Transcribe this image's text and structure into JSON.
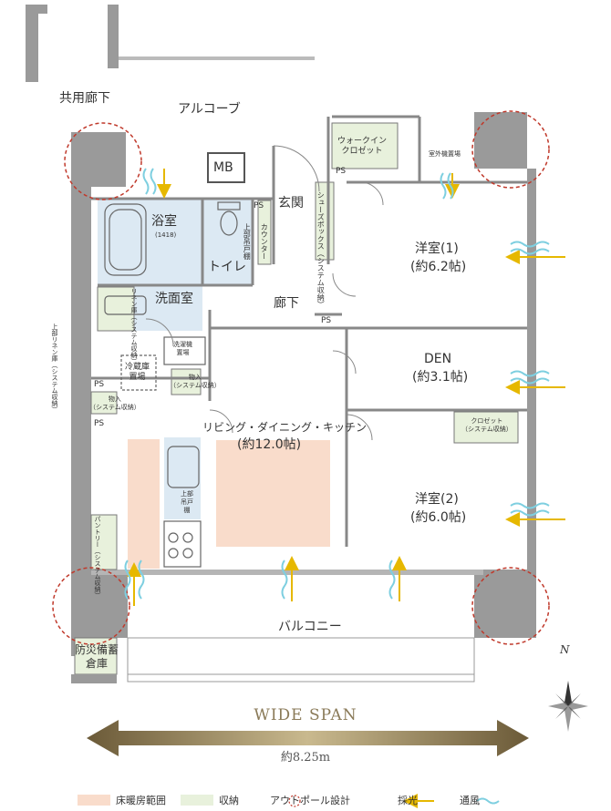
{
  "rooms": {
    "common_corridor": "共用廊下",
    "alcove": "アルコーブ",
    "mb": "MB",
    "walkin_closet": [
      "ウォークイン",
      "クロゼット"
    ],
    "outdoor_unit": "室外機置場",
    "entrance": "玄関",
    "shoes_box": [
      "シューズボックス",
      "（システム収納）"
    ],
    "bathroom": "浴室",
    "bathroom_size": "(1418)",
    "toilet": "トイレ",
    "upper_cabinet": "上部吊戸棚",
    "counter": "カウンター",
    "western1": "洋室(1)",
    "western1_size": "(約6.2帖)",
    "washroom": "洗面室",
    "linen": [
      "リネン庫",
      "（システム収納）"
    ],
    "upper_linen": [
      "上部リネン庫",
      "（システム収納）"
    ],
    "hall": "廊下",
    "washer": [
      "洗濯機",
      "置場"
    ],
    "fridge": [
      "冷蔵庫",
      "置場"
    ],
    "storage_sys": [
      "物入",
      "（システム収納）"
    ],
    "den": "DEN",
    "den_size": "(約3.1帖)",
    "ldk": "リビング・ダイニング・キッチン",
    "ldk_size": "(約12.0帖)",
    "closet": [
      "クロゼット",
      "（システム収納）"
    ],
    "kitchen_upper": [
      "上部",
      "吊戸",
      "棚"
    ],
    "pantry": [
      "パントリー",
      "（システム収納）"
    ],
    "western2": "洋室(2)",
    "western2_size": "(約6.0帖)",
    "balcony": "バルコニー",
    "disaster_storage": [
      "防災備蓄",
      "倉庫"
    ],
    "ps": "PS"
  },
  "span": {
    "title": "WIDE SPAN",
    "dimension": "約8.25m"
  },
  "north": "N",
  "legend": [
    {
      "label": "床暖房範囲",
      "color": "#f9dccb"
    },
    {
      "label": "収納",
      "color": "#e8f1dc"
    },
    {
      "label": "アウトポール設計",
      "icon": "dashed-circle-icon"
    },
    {
      "label": "採光",
      "icon": "arrow-icon"
    },
    {
      "label": "通風",
      "icon": "wave-icon"
    }
  ],
  "colors": {
    "wall": "#9a9a9a",
    "floor_heating": "#f9dccb",
    "storage": "#e8f1dc",
    "wet_area": "#dce9f3",
    "outpole": "#c0392b",
    "light_arrow": "#e6b800",
    "wind": "#7ecfe0",
    "span_arrow": "#8a7a58"
  }
}
